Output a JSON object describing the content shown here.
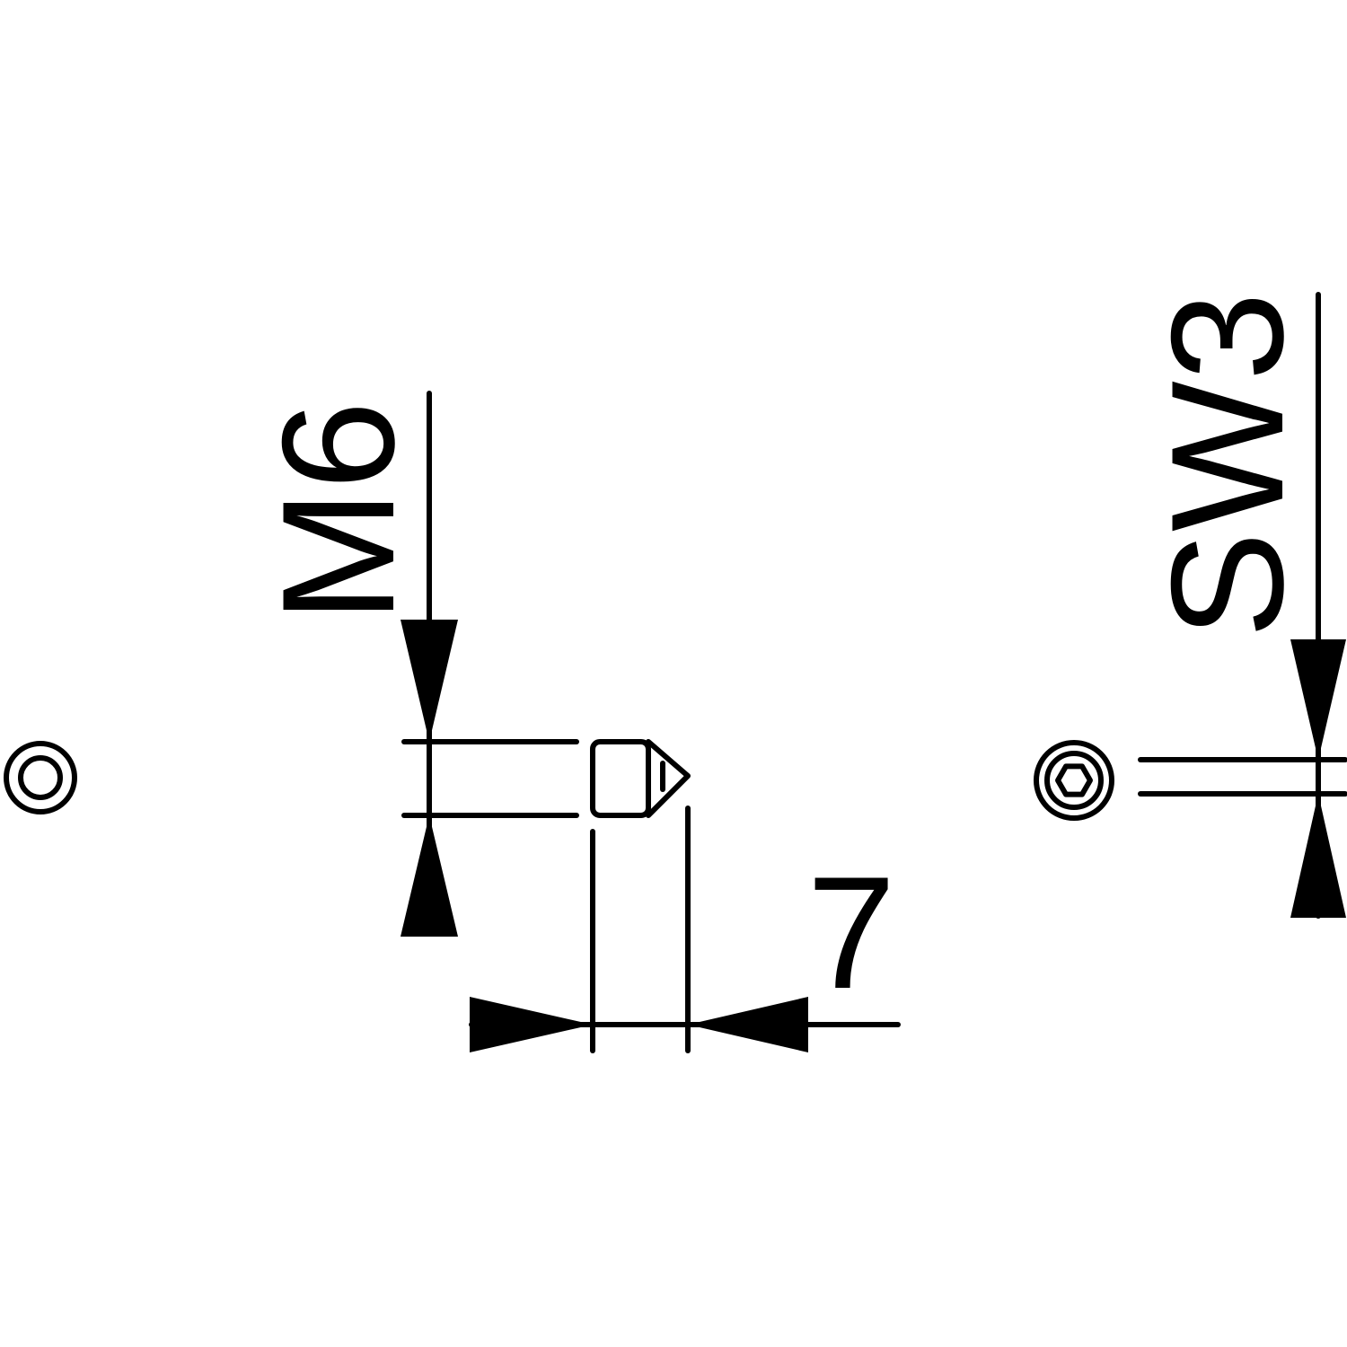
{
  "drawing": {
    "dimensions": {
      "thread": "M6",
      "length": "7",
      "wrench_size": "SW3"
    }
  },
  "colors": {
    "line": "#000000",
    "background": "#ffffff"
  }
}
